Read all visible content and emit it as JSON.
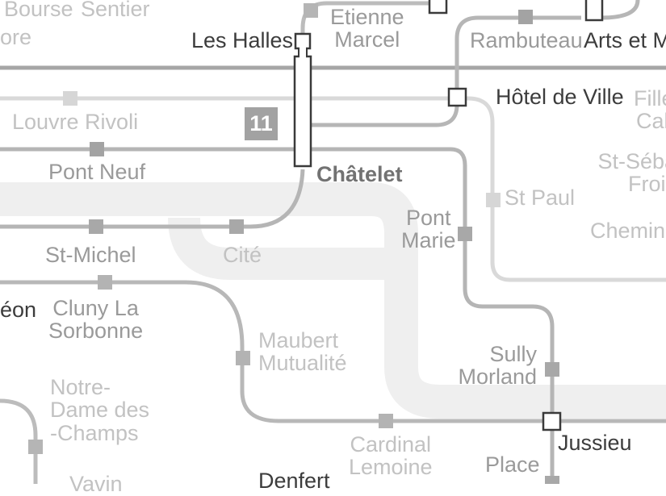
{
  "line_badge": "11",
  "colors": {
    "river": "#efefef",
    "line_dark": "#b9b9b9",
    "line_mid": "#c3c3c3",
    "line_light": "#d9d9d9",
    "badge_bg": "#a2a2a2"
  },
  "stations": {
    "bourse": "Bourse",
    "sentier": "Sentier",
    "louvre_cut": "ore",
    "les_halles": "Les Halles",
    "etienne_marcel": [
      "Etienne",
      "Marcel"
    ],
    "rambuteau": "Rambuteau",
    "arts_et_metiers": "Arts et M",
    "hotel_de_ville": "Hôtel de Ville",
    "filles_du_calvaire": [
      "Fille",
      "Cal"
    ],
    "louvre_rivoli": "Louvre Rivoli",
    "pont_neuf": "Pont Neuf",
    "chatelet": "Châtelet",
    "st_sebastien_froissart": [
      "St-Séba",
      "Frois"
    ],
    "st_paul": "St Paul",
    "pont_marie": [
      "Pont",
      "Marie"
    ],
    "chemin_vert": "Chemin",
    "st_michel": "St-Michel",
    "cite": "Cité",
    "odeon": "éon",
    "cluny_la_sorbonne": [
      "Cluny La",
      "Sorbonne"
    ],
    "maubert_mutualite": [
      "Maubert",
      "Mutualité"
    ],
    "sully_morland": [
      "Sully",
      "Morland"
    ],
    "notre_dame_des_champs": [
      "Notre-",
      "Dame des",
      "-Champs"
    ],
    "jussieu": "Jussieu",
    "cardinal_lemoine": [
      "Cardinal",
      "Lemoine"
    ],
    "place_monge": "Place",
    "denfert": "Denfert",
    "vavin": "Vavin"
  }
}
